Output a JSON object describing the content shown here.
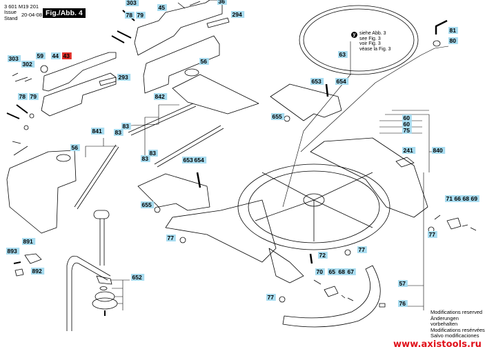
{
  "header": {
    "part_number": "3 601 M19 201",
    "issue_label_line1": "Issue",
    "issue_label_line2": "Stand",
    "issue_date": "20-04-08",
    "figure": "Fig./Abb. 4"
  },
  "reference_note": {
    "icon": "y",
    "lines": [
      "siehe Abb. 3",
      "see Fig. 3",
      "voir Fig. 3",
      "véase la Fig. 3"
    ]
  },
  "footer": {
    "modifications": [
      "Modifications reserved",
      "Änderungen vorbehalten",
      "Modifications resérvées",
      "Salvo modificaciones"
    ],
    "url": "www.axistools.ru"
  },
  "colors": {
    "label_bg": "#a8dcf0",
    "highlight_label_bg": "#e0302a",
    "url": "#e0101a",
    "line": "#000000"
  },
  "part_labels": [
    {
      "id": "303a",
      "text": "303"
    },
    {
      "id": "78a",
      "text": "78"
    },
    {
      "id": "79a",
      "text": "79"
    },
    {
      "id": "45",
      "text": "45"
    },
    {
      "id": "36",
      "text": "36"
    },
    {
      "id": "294",
      "text": "294"
    },
    {
      "id": "303b",
      "text": "303"
    },
    {
      "id": "302",
      "text": "302"
    },
    {
      "id": "59",
      "text": "59"
    },
    {
      "id": "44",
      "text": "44"
    },
    {
      "id": "43",
      "text": "43",
      "highlight": true
    },
    {
      "id": "293",
      "text": "293"
    },
    {
      "id": "56a",
      "text": "56"
    },
    {
      "id": "78b",
      "text": "78"
    },
    {
      "id": "79b",
      "text": "79"
    },
    {
      "id": "842",
      "text": "842"
    },
    {
      "id": "841",
      "text": "841"
    },
    {
      "id": "83a",
      "text": "83"
    },
    {
      "id": "83b",
      "text": "83"
    },
    {
      "id": "83c",
      "text": "83"
    },
    {
      "id": "83d",
      "text": "83"
    },
    {
      "id": "56b",
      "text": "56"
    },
    {
      "id": "653a",
      "text": "653"
    },
    {
      "id": "654a",
      "text": "654"
    },
    {
      "id": "655a",
      "text": "655"
    },
    {
      "id": "77a",
      "text": "77"
    },
    {
      "id": "891",
      "text": "891"
    },
    {
      "id": "893",
      "text": "893"
    },
    {
      "id": "892",
      "text": "892"
    },
    {
      "id": "652",
      "text": "652"
    },
    {
      "id": "63",
      "text": "63"
    },
    {
      "id": "81",
      "text": "81"
    },
    {
      "id": "80",
      "text": "80"
    },
    {
      "id": "653b",
      "text": "653"
    },
    {
      "id": "654b",
      "text": "654"
    },
    {
      "id": "655b",
      "text": "655"
    },
    {
      "id": "60a",
      "text": "60"
    },
    {
      "id": "60b",
      "text": "60"
    },
    {
      "id": "75",
      "text": "75"
    },
    {
      "id": "241",
      "text": "241"
    },
    {
      "id": "840",
      "text": "840"
    },
    {
      "id": "71",
      "text": "71"
    },
    {
      "id": "66",
      "text": "66"
    },
    {
      "id": "68a",
      "text": "68"
    },
    {
      "id": "69",
      "text": "69"
    },
    {
      "id": "77b",
      "text": "77"
    },
    {
      "id": "77c",
      "text": "77"
    },
    {
      "id": "72",
      "text": "72"
    },
    {
      "id": "70",
      "text": "70"
    },
    {
      "id": "65",
      "text": "65"
    },
    {
      "id": "68b",
      "text": "68"
    },
    {
      "id": "67",
      "text": "67"
    },
    {
      "id": "57",
      "text": "57"
    },
    {
      "id": "76",
      "text": "76"
    },
    {
      "id": "77d",
      "text": "77"
    }
  ]
}
